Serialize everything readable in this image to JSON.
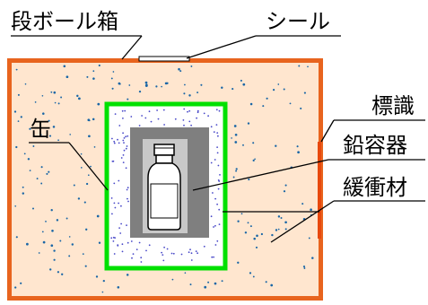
{
  "labels": {
    "cardboard_box": "段ボール箱",
    "seal": "シール",
    "sign": "標識",
    "can": "缶",
    "lead_container": "鉛容器",
    "cushioning": "緩衝材"
  },
  "colors": {
    "box_outline": "#e8641e",
    "box_fill": "#ffe6cf",
    "can_outline": "#00e000",
    "lead_dark": "#7f7f7f",
    "lead_light": "#c8c8c8",
    "sign_bar": "#e8480e",
    "outer_dots": "#1a66a6",
    "inner_dots": "#4848c8",
    "leader_lines": "#000000"
  },
  "icons": {
    "vial": "vial-icon"
  }
}
